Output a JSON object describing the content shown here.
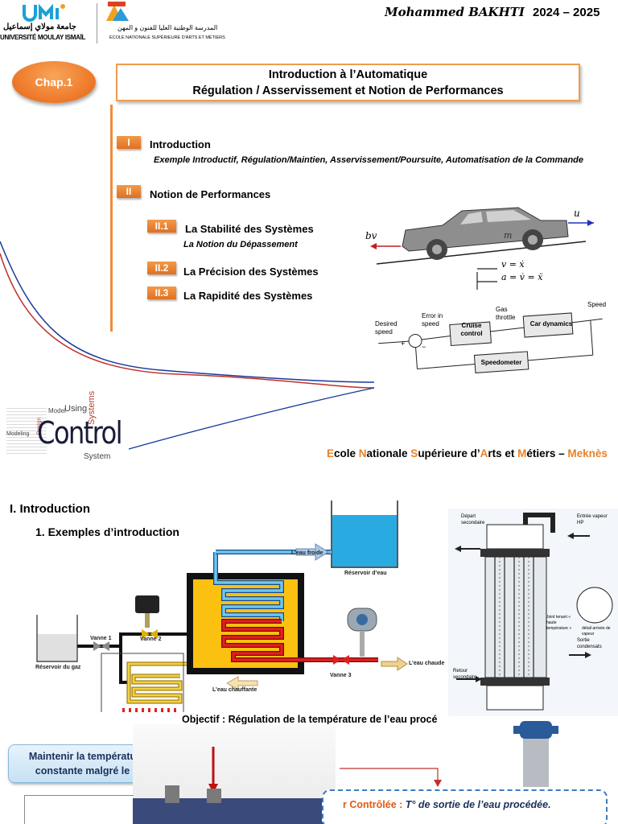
{
  "slide1": {
    "author": "Mohammed BAKHTI",
    "year": "2024 – 2025",
    "logo_umi_text": "UMI",
    "logo_umi_arabic": "جامعة مولاي إسماعيل",
    "logo_umi_french": "UNIVERSITÉ MOULAY ISMAÏL",
    "logo_ensam_arabic": "المدرسة الوطنية العليا للفنون و المهن",
    "logo_ensam_french": "ECOLE NATIONALE SUPÉRIEURE D'ARTS ET MÉTIERS",
    "chapter": "Chap.1",
    "title_line1": "Introduction à l’Automatique",
    "title_line2": "Régulation / Asservissement et Notion de Performances",
    "toc": [
      {
        "num": "I",
        "label": "Introduction",
        "sub": "Exemple Introductif, Régulation/Maintien, Asservissement/Poursuite, Automatisation de la Commande"
      },
      {
        "num": "II",
        "label": "Notion de Performances"
      },
      {
        "num": "II.1",
        "label": "La Stabilité des Systèmes",
        "sub": "La Notion du Dépassement"
      },
      {
        "num": "II.2",
        "label": "La Précision des Systèmes"
      },
      {
        "num": "II.3",
        "label": "La Rapidité des Systèmes"
      }
    ],
    "car_diagram": {
      "u": "u",
      "bv": "bv",
      "m": "m",
      "eq1": "v = ẋ",
      "eq2": "a = v̇ = ẍ"
    },
    "block_diagram": {
      "desired_speed": "Desired speed",
      "error": "Error in speed",
      "gas": "Gas throttle",
      "cruise": "Cruise control",
      "car": "Car dynamics",
      "speed": "Speed",
      "speedometer": "Speedometer",
      "plus": "+",
      "minus": "−"
    },
    "word_cloud": {
      "main": "Control",
      "system": "System",
      "systems": "Systems",
      "using": "Using",
      "model": "Model",
      "modeling": "Modeling",
      "design": "Design"
    },
    "school": {
      "parts": [
        "E",
        "cole ",
        "N",
        "ationale ",
        "S",
        "upérieure d’",
        "A",
        "rts et ",
        "M",
        "étiers – ",
        "Meknès"
      ]
    }
  },
  "slide2": {
    "section": "I. Introduction",
    "subsection": "1. Exemples d’introduction",
    "labels": {
      "cold_water": "L’eau froide",
      "water_tank": "Réservoir d’eau",
      "gas_tank": "Réservoir du gaz",
      "valve1": "Vanne 1",
      "valve2": "Vanne 2",
      "valve3": "Vanne 3",
      "hot_water": "L’eau chaude",
      "heating_water": "L’eau chauffante"
    },
    "exchanger_labels": {
      "depart": "Départ secondaire",
      "entree": "Entrée vapeur HP",
      "joint": "Joint tenant « haute température »",
      "detail": "détail arrivée de vapeur",
      "sortie": "Sortie condensats",
      "retour": "Retour secondaire"
    },
    "objective": "Objectif : Régulation de la température de l’eau procé",
    "maintain_line1": "Maintenir la températu",
    "maintain_line2": "constante malgré le",
    "controlled_key": "r Contrôlée :",
    "controlled_value": "T° de sortie de l’eau  procédée."
  },
  "colors": {
    "orange": "#ef7d2d",
    "blue_accent": "#3f7ac0",
    "water_blue": "#29abe2",
    "heater_yellow": "#fcc010"
  }
}
